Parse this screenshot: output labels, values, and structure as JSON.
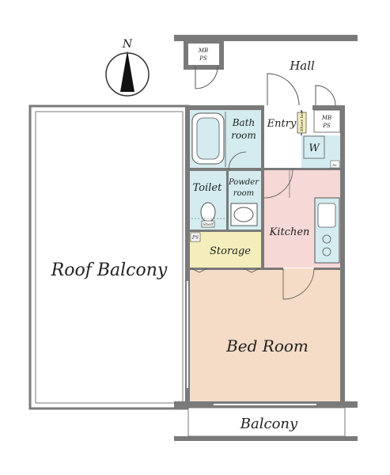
{
  "compass": {
    "north_label": "N"
  },
  "rooms": {
    "hall": "Hall",
    "mb_ps_top": [
      "MB",
      "PS"
    ],
    "mb_ps_right": [
      "MB",
      "PS"
    ],
    "entry": "Entry",
    "shoes_box": "Shoes box",
    "bath": [
      "Bath",
      "room"
    ],
    "washer": "W",
    "toilet": "Toilet",
    "powder": [
      "Powder",
      "room"
    ],
    "shelf": "Shelf",
    "ps_small": "PS",
    "kitchen": "Kitchen",
    "storage": "Storage",
    "roof_balcony": "Roof  Balcony",
    "bed_room": "Bed Room",
    "balcony": "Balcony",
    "ps_tiny": "PS"
  },
  "colors": {
    "bed_room": "#f4dcc6",
    "kitchen": "#f6d8d6",
    "storage": "#f3eebc",
    "wet_area": "#d4ecf0",
    "wall": "#7a7a7a"
  }
}
